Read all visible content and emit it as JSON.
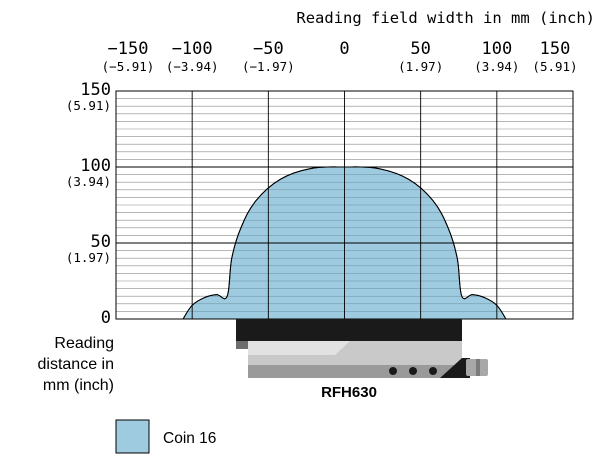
{
  "chart_data": {
    "type": "area",
    "title": "Reading field width in mm (inch)",
    "xlabel": "Reading field width in mm (inch)",
    "ylabel_lines": [
      "Reading",
      "distance in",
      "mm (inch)"
    ],
    "xlim": [
      -150,
      150
    ],
    "ylim": [
      0,
      150
    ],
    "x_ticks": [
      {
        "mm": "−150",
        "inch": "(−5.91)",
        "value": -150
      },
      {
        "mm": "−100",
        "inch": "(−3.94)",
        "value": -100
      },
      {
        "mm": "−50",
        "inch": "(−1.97)",
        "value": -50
      },
      {
        "mm": "0",
        "inch": "",
        "value": 0
      },
      {
        "mm": "50",
        "inch": "(1.97)",
        "value": 50
      },
      {
        "mm": "100",
        "inch": "(3.94)",
        "value": 100
      },
      {
        "mm": "150",
        "inch": "(5.91)",
        "value": 150
      }
    ],
    "y_ticks": [
      {
        "mm": "150",
        "inch": "(5.91)",
        "value": 150
      },
      {
        "mm": "100",
        "inch": "(3.94)",
        "value": 100
      },
      {
        "mm": "50",
        "inch": "(1.97)",
        "value": 50
      },
      {
        "mm": "0",
        "inch": "",
        "value": 0
      }
    ],
    "minor_y_step": 5,
    "major_x_step": 50,
    "grid": true,
    "series": [
      {
        "name": "Coin 16",
        "color": "#9ecbe0",
        "boundary": [
          [
            -106,
            0
          ],
          [
            -100,
            9
          ],
          [
            -92,
            14
          ],
          [
            -84,
            16
          ],
          [
            -77,
            15
          ],
          [
            -74,
            40
          ],
          [
            -68,
            60
          ],
          [
            -58,
            78
          ],
          [
            -42,
            92
          ],
          [
            -22,
            99
          ],
          [
            0,
            100
          ],
          [
            22,
            99
          ],
          [
            42,
            92
          ],
          [
            58,
            78
          ],
          [
            68,
            60
          ],
          [
            74,
            40
          ],
          [
            77,
            15
          ],
          [
            84,
            16
          ],
          [
            92,
            14
          ],
          [
            100,
            9
          ],
          [
            106,
            0
          ]
        ]
      }
    ],
    "device_label": "RFH630",
    "legend": [
      {
        "label": "Coin 16",
        "color": "#9ecbe0"
      }
    ]
  }
}
